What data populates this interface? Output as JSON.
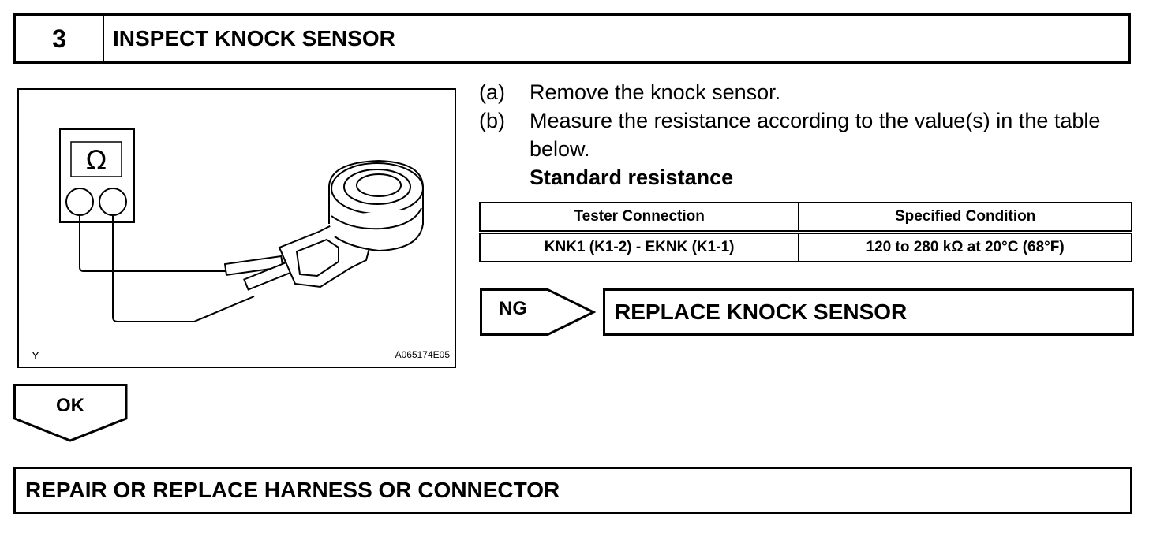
{
  "step": {
    "number": "3",
    "title": "INSPECT KNOCK SENSOR"
  },
  "figure": {
    "meter_symbol": "Ω",
    "corner_label": "Y",
    "code": "A065174E05"
  },
  "instructions": [
    {
      "letter": "(a)",
      "text": "Remove the knock sensor."
    },
    {
      "letter": "(b)",
      "text": "Measure the resistance according to the value(s) in the table below."
    }
  ],
  "standard_label": "Standard resistance",
  "table": {
    "headers": [
      "Tester Connection",
      "Specified Condition"
    ],
    "rows": [
      [
        "KNK1 (K1-2) - EKNK (K1-1)",
        "120 to 280 kΩ at 20°C (68°F)"
      ]
    ]
  },
  "ng": {
    "label": "NG",
    "action": "REPLACE KNOCK SENSOR"
  },
  "ok": {
    "label": "OK",
    "action": "REPAIR OR REPLACE HARNESS OR CONNECTOR"
  }
}
